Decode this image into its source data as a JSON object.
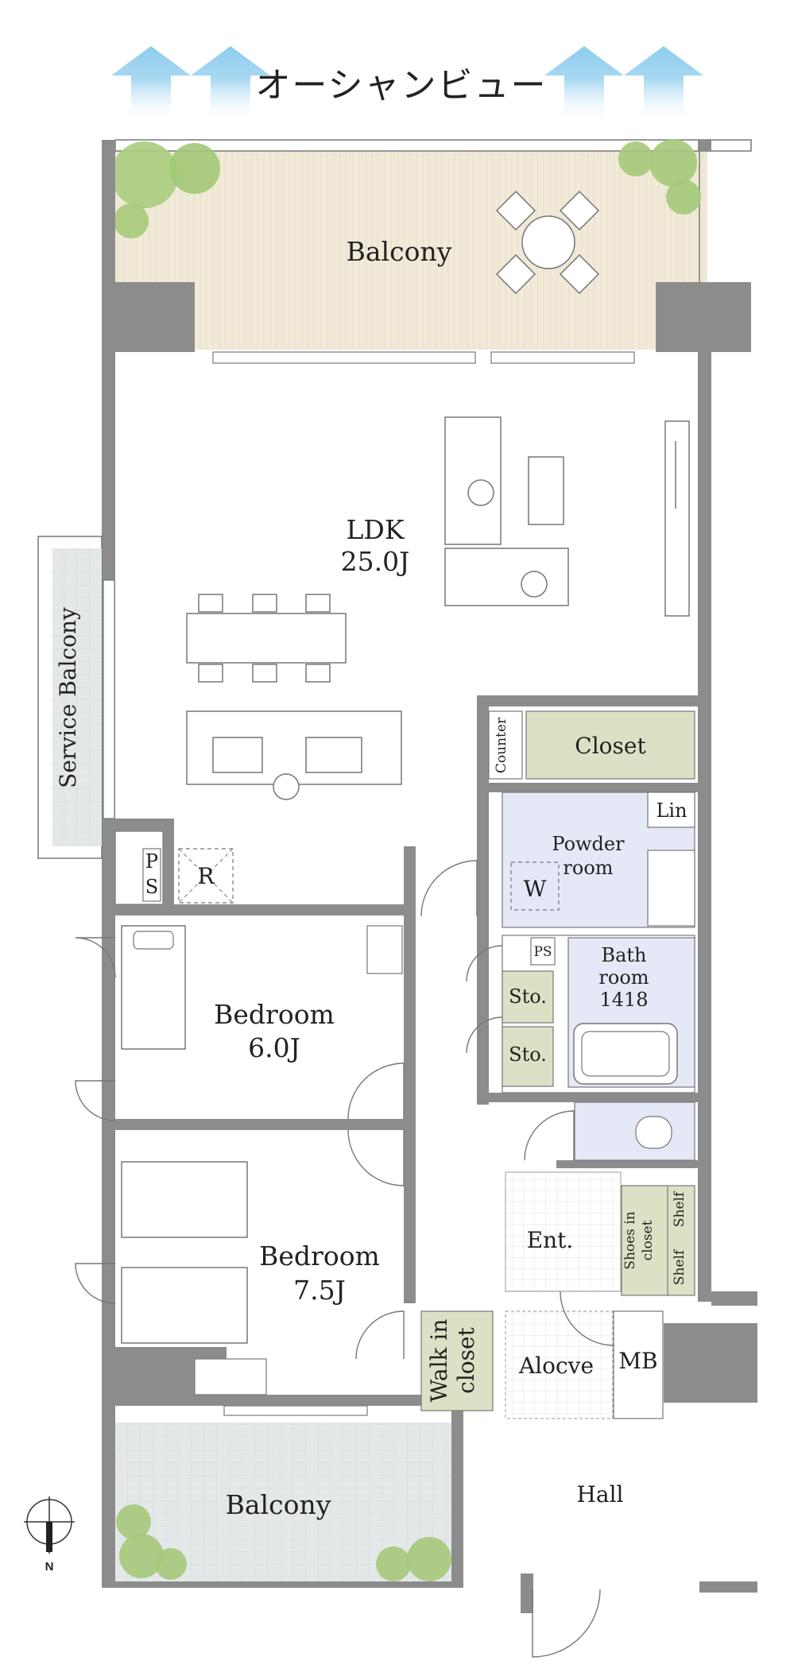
{
  "view_label": "オーシャンビュー",
  "rooms": {
    "balcony_top": "Balcony",
    "ldk_name": "LDK",
    "ldk_size": "25.0J",
    "service_balcony": "Service Balcony",
    "counter": "Counter",
    "closet": "Closet",
    "lin": "Lin",
    "powder_1": "Powder",
    "powder_2": "room",
    "w_mark": "W",
    "ps_p": "P",
    "ps_s": "S",
    "r_mark": "R",
    "ps_small": "PS",
    "bath_1": "Bath",
    "bath_2": "room",
    "bath_3": "1418",
    "sto_1": "Sto.",
    "sto_2": "Sto.",
    "bed1_name": "Bedroom",
    "bed1_size": "6.0J",
    "bed2_name": "Bedroom",
    "bed2_size": "7.5J",
    "entrance": "Ent.",
    "shoes_1": "Shoes in",
    "shoes_2": "closet",
    "shelf_1": "Shelf",
    "shelf_2": "Shelf",
    "walkin_1": "Walk in",
    "walkin_2": "closet",
    "alcove": "Alocve",
    "mb": "MB",
    "hall": "Hall",
    "balcony_bottom": "Balcony",
    "north": "N"
  },
  "colors": {
    "wall": "#8c8c8c",
    "wood_balcony": "#f0e9d6",
    "tile_balcony": "#e3e7e8",
    "storage": "#dde0c4",
    "wet_area": "#e4e8f7",
    "arrow": "#9fd3ef",
    "tree": "#a5c97a",
    "line": "#555555"
  }
}
